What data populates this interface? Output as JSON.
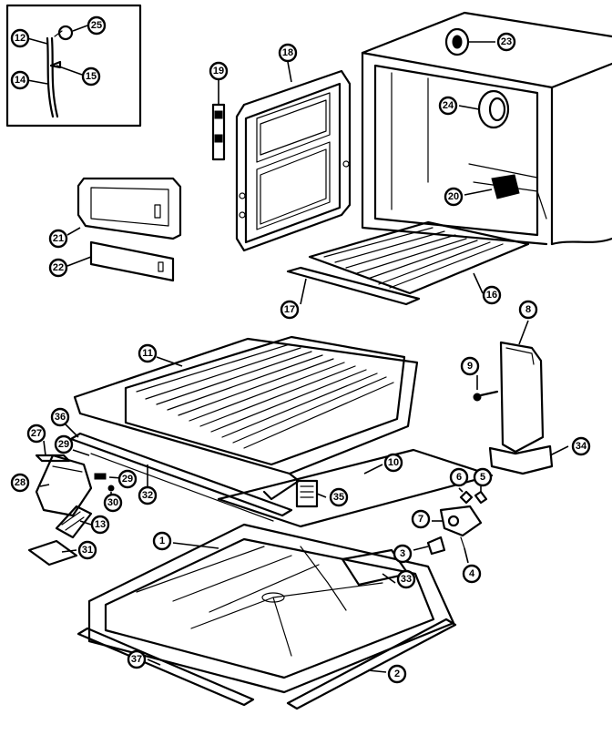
{
  "callouts": [
    {
      "id": "c12",
      "label": "12"
    },
    {
      "id": "c25",
      "label": "25"
    },
    {
      "id": "c15",
      "label": "15"
    },
    {
      "id": "c14",
      "label": "14"
    },
    {
      "id": "c19",
      "label": "19"
    },
    {
      "id": "c18",
      "label": "18"
    },
    {
      "id": "c23",
      "label": "23"
    },
    {
      "id": "c24",
      "label": "24"
    },
    {
      "id": "c20",
      "label": "20"
    },
    {
      "id": "c21",
      "label": "21"
    },
    {
      "id": "c22",
      "label": "22"
    },
    {
      "id": "c17",
      "label": "17"
    },
    {
      "id": "c16",
      "label": "16"
    },
    {
      "id": "c8",
      "label": "8"
    },
    {
      "id": "c9",
      "label": "9"
    },
    {
      "id": "c11",
      "label": "11"
    },
    {
      "id": "c36",
      "label": "36"
    },
    {
      "id": "c27",
      "label": "27"
    },
    {
      "id": "c29a",
      "label": "29"
    },
    {
      "id": "c28",
      "label": "28"
    },
    {
      "id": "c29b",
      "label": "29"
    },
    {
      "id": "c30",
      "label": "30"
    },
    {
      "id": "c32",
      "label": "32"
    },
    {
      "id": "c10",
      "label": "10"
    },
    {
      "id": "c35",
      "label": "35"
    },
    {
      "id": "c34",
      "label": "34"
    },
    {
      "id": "c6",
      "label": "6"
    },
    {
      "id": "c5",
      "label": "5"
    },
    {
      "id": "c7",
      "label": "7"
    },
    {
      "id": "c3",
      "label": "3"
    },
    {
      "id": "c4",
      "label": "4"
    },
    {
      "id": "c13",
      "label": "13"
    },
    {
      "id": "c31",
      "label": "31"
    },
    {
      "id": "c1",
      "label": "1"
    },
    {
      "id": "c33",
      "label": "33"
    },
    {
      "id": "c37",
      "label": "37"
    },
    {
      "id": "c2",
      "label": "2"
    }
  ]
}
